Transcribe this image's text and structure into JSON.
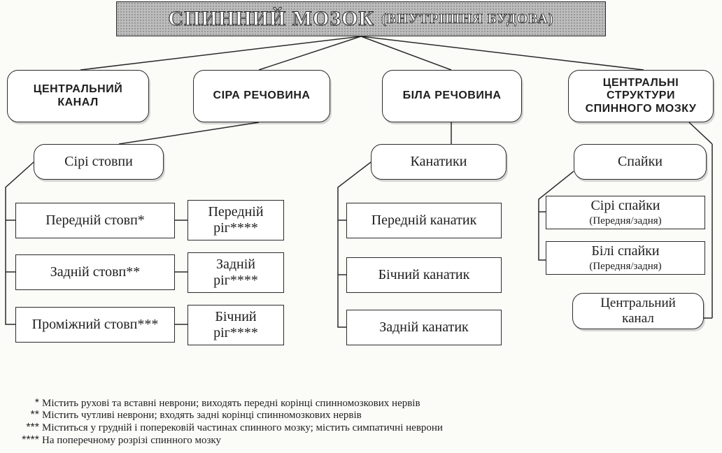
{
  "title": {
    "main": "СПИННИЙ МОЗОК",
    "sub": "(ВНУТРІШНЯ БУДОВА)"
  },
  "level1": {
    "central_canal": "ЦЕНТРАЛЬНИЙ КАНАЛ",
    "grey_matter": "СІРА РЕЧОВИНА",
    "white_matter": "БІЛА РЕЧОВИНА",
    "central_structures": "ЦЕНТРАЛЬНІ СТРУКТУРИ СПИННОГО МОЗКУ"
  },
  "grey": {
    "group": "Сірі стовпи",
    "columns": [
      {
        "label": "Передній стовп*",
        "horn": "Передній ріг****"
      },
      {
        "label": "Задній стовп**",
        "horn": "Задній ріг****"
      },
      {
        "label": "Проміжний стовп***",
        "horn": "Бічний ріг****"
      }
    ]
  },
  "white": {
    "group": "Канатики",
    "funiculi": [
      "Передній канатик",
      "Бічний канатик",
      "Задній канатик"
    ]
  },
  "central": {
    "group": "Спайки",
    "grey_commissures": {
      "label": "Сірі спайки",
      "sub": "(Передня/задня)"
    },
    "white_commissures": {
      "label": "Білі спайки",
      "sub": "(Передня/задня)"
    },
    "canal": "Центральний канал"
  },
  "footnotes": [
    {
      "mark": "*",
      "text": "Містить рухові та вставні неврони; виходять передні корінці спинномозкових нервів"
    },
    {
      "mark": "**",
      "text": "Містить чутливі неврони; входять задні корінці спинномозкових нервів"
    },
    {
      "mark": "***",
      "text": "Міститься у грудній і поперековій частинах спинного мозку; містить симпатичні неврони"
    },
    {
      "mark": "****",
      "text": "На поперечному розрізі спинного мозку"
    }
  ]
}
